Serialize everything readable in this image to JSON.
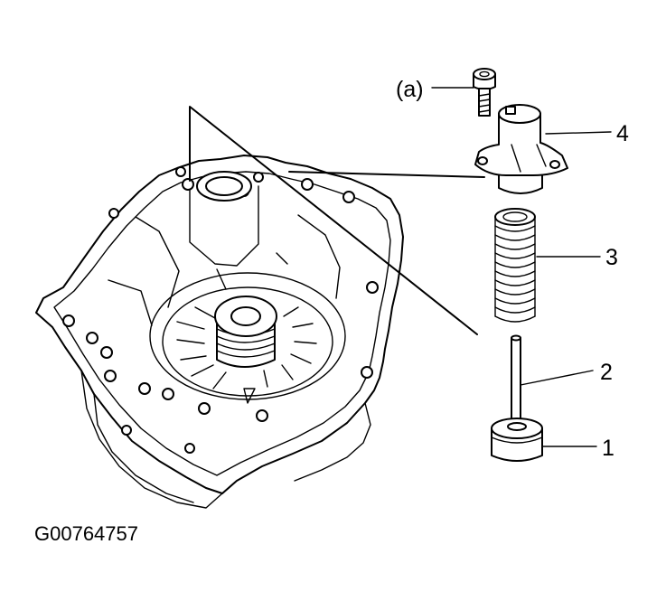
{
  "figure": {
    "code": "G00764757",
    "callouts": {
      "bolt": "(a)",
      "part_1": "1",
      "part_2": "2",
      "part_3": "3",
      "part_4": "4"
    }
  }
}
